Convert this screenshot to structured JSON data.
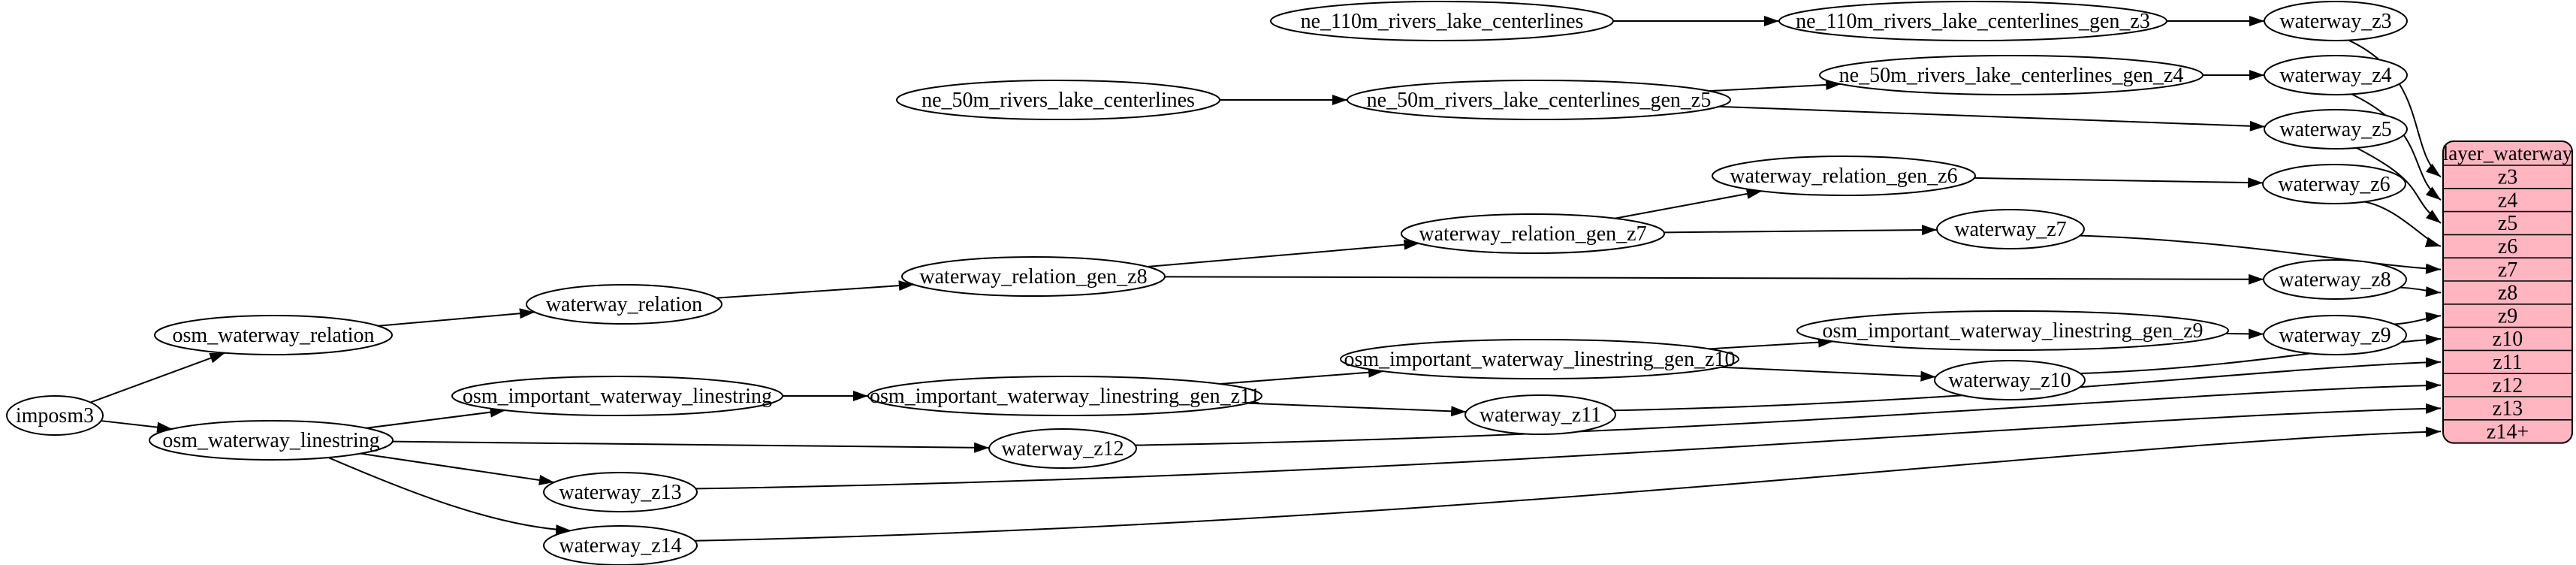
{
  "diagram": {
    "colors": {
      "node_fill": "#ffffff",
      "edge": "#000000",
      "table_fill": "#ffb6c1",
      "table_stroke": "#000000"
    },
    "nodes": [
      {
        "id": "imposm3",
        "label": "imposm3"
      },
      {
        "id": "osm_waterway_relation",
        "label": "osm_waterway_relation"
      },
      {
        "id": "osm_waterway_linestring",
        "label": "osm_waterway_linestring"
      },
      {
        "id": "waterway_relation",
        "label": "waterway_relation"
      },
      {
        "id": "waterway_relation_gen_z8",
        "label": "waterway_relation_gen_z8"
      },
      {
        "id": "waterway_relation_gen_z7",
        "label": "waterway_relation_gen_z7"
      },
      {
        "id": "waterway_relation_gen_z6",
        "label": "waterway_relation_gen_z6"
      },
      {
        "id": "ne_110m_rivers_lake_centerlines",
        "label": "ne_110m_rivers_lake_centerlines"
      },
      {
        "id": "ne_110m_rivers_lake_centerlines_gen_z3",
        "label": "ne_110m_rivers_lake_centerlines_gen_z3"
      },
      {
        "id": "ne_50m_rivers_lake_centerlines",
        "label": "ne_50m_rivers_lake_centerlines"
      },
      {
        "id": "ne_50m_rivers_lake_centerlines_gen_z5",
        "label": "ne_50m_rivers_lake_centerlines_gen_z5"
      },
      {
        "id": "ne_50m_rivers_lake_centerlines_gen_z4",
        "label": "ne_50m_rivers_lake_centerlines_gen_z4"
      },
      {
        "id": "osm_important_waterway_linestring",
        "label": "osm_important_waterway_linestring"
      },
      {
        "id": "osm_important_waterway_linestring_gen_z11",
        "label": "osm_important_waterway_linestring_gen_z11"
      },
      {
        "id": "osm_important_waterway_linestring_gen_z10",
        "label": "osm_important_waterway_linestring_gen_z10"
      },
      {
        "id": "osm_important_waterway_linestring_gen_z9",
        "label": "osm_important_waterway_linestring_gen_z9"
      },
      {
        "id": "waterway_z3",
        "label": "waterway_z3"
      },
      {
        "id": "waterway_z4",
        "label": "waterway_z4"
      },
      {
        "id": "waterway_z5",
        "label": "waterway_z5"
      },
      {
        "id": "waterway_z6",
        "label": "waterway_z6"
      },
      {
        "id": "waterway_z7",
        "label": "waterway_z7"
      },
      {
        "id": "waterway_z8",
        "label": "waterway_z8"
      },
      {
        "id": "waterway_z9",
        "label": "waterway_z9"
      },
      {
        "id": "waterway_z10",
        "label": "waterway_z10"
      },
      {
        "id": "waterway_z11",
        "label": "waterway_z11"
      },
      {
        "id": "waterway_z12",
        "label": "waterway_z12"
      },
      {
        "id": "waterway_z13",
        "label": "waterway_z13"
      },
      {
        "id": "waterway_z14",
        "label": "waterway_z14"
      }
    ],
    "table": {
      "title": "layer_waterway",
      "rows": [
        "z3",
        "z4",
        "z5",
        "z6",
        "z7",
        "z8",
        "z9",
        "z10",
        "z11",
        "z12",
        "z13",
        "z14+"
      ]
    },
    "edges": [
      {
        "from": "imposm3",
        "to": "osm_waterway_relation"
      },
      {
        "from": "imposm3",
        "to": "osm_waterway_linestring"
      },
      {
        "from": "osm_waterway_relation",
        "to": "waterway_relation"
      },
      {
        "from": "waterway_relation",
        "to": "waterway_relation_gen_z8"
      },
      {
        "from": "waterway_relation_gen_z8",
        "to": "waterway_relation_gen_z7"
      },
      {
        "from": "waterway_relation_gen_z8",
        "to": "waterway_z8"
      },
      {
        "from": "waterway_relation_gen_z7",
        "to": "waterway_relation_gen_z6"
      },
      {
        "from": "waterway_relation_gen_z7",
        "to": "waterway_z7"
      },
      {
        "from": "waterway_relation_gen_z6",
        "to": "waterway_z6"
      },
      {
        "from": "ne_110m_rivers_lake_centerlines",
        "to": "ne_110m_rivers_lake_centerlines_gen_z3"
      },
      {
        "from": "ne_110m_rivers_lake_centerlines_gen_z3",
        "to": "waterway_z3"
      },
      {
        "from": "ne_50m_rivers_lake_centerlines",
        "to": "ne_50m_rivers_lake_centerlines_gen_z5"
      },
      {
        "from": "ne_50m_rivers_lake_centerlines_gen_z5",
        "to": "ne_50m_rivers_lake_centerlines_gen_z4"
      },
      {
        "from": "ne_50m_rivers_lake_centerlines_gen_z5",
        "to": "waterway_z5"
      },
      {
        "from": "ne_50m_rivers_lake_centerlines_gen_z4",
        "to": "waterway_z4"
      },
      {
        "from": "osm_waterway_linestring",
        "to": "osm_important_waterway_linestring"
      },
      {
        "from": "osm_waterway_linestring",
        "to": "waterway_z12"
      },
      {
        "from": "osm_waterway_linestring",
        "to": "waterway_z13"
      },
      {
        "from": "osm_waterway_linestring",
        "to": "waterway_z14"
      },
      {
        "from": "osm_important_waterway_linestring",
        "to": "osm_important_waterway_linestring_gen_z11"
      },
      {
        "from": "osm_important_waterway_linestring_gen_z11",
        "to": "osm_important_waterway_linestring_gen_z10"
      },
      {
        "from": "osm_important_waterway_linestring_gen_z11",
        "to": "waterway_z11"
      },
      {
        "from": "osm_important_waterway_linestring_gen_z10",
        "to": "osm_important_waterway_linestring_gen_z9"
      },
      {
        "from": "osm_important_waterway_linestring_gen_z10",
        "to": "waterway_z10"
      },
      {
        "from": "osm_important_waterway_linestring_gen_z9",
        "to": "waterway_z9"
      },
      {
        "from": "waterway_z3",
        "to": "layer_waterway",
        "row": "z3"
      },
      {
        "from": "waterway_z4",
        "to": "layer_waterway",
        "row": "z4"
      },
      {
        "from": "waterway_z5",
        "to": "layer_waterway",
        "row": "z5"
      },
      {
        "from": "waterway_z6",
        "to": "layer_waterway",
        "row": "z6"
      },
      {
        "from": "waterway_z7",
        "to": "layer_waterway",
        "row": "z7"
      },
      {
        "from": "waterway_z8",
        "to": "layer_waterway",
        "row": "z8"
      },
      {
        "from": "waterway_z9",
        "to": "layer_waterway",
        "row": "z9"
      },
      {
        "from": "waterway_z10",
        "to": "layer_waterway",
        "row": "z10"
      },
      {
        "from": "waterway_z11",
        "to": "layer_waterway",
        "row": "z11"
      },
      {
        "from": "waterway_z12",
        "to": "layer_waterway",
        "row": "z12"
      },
      {
        "from": "waterway_z13",
        "to": "layer_waterway",
        "row": "z13"
      },
      {
        "from": "waterway_z14",
        "to": "layer_waterway",
        "row": "z14+"
      }
    ]
  }
}
